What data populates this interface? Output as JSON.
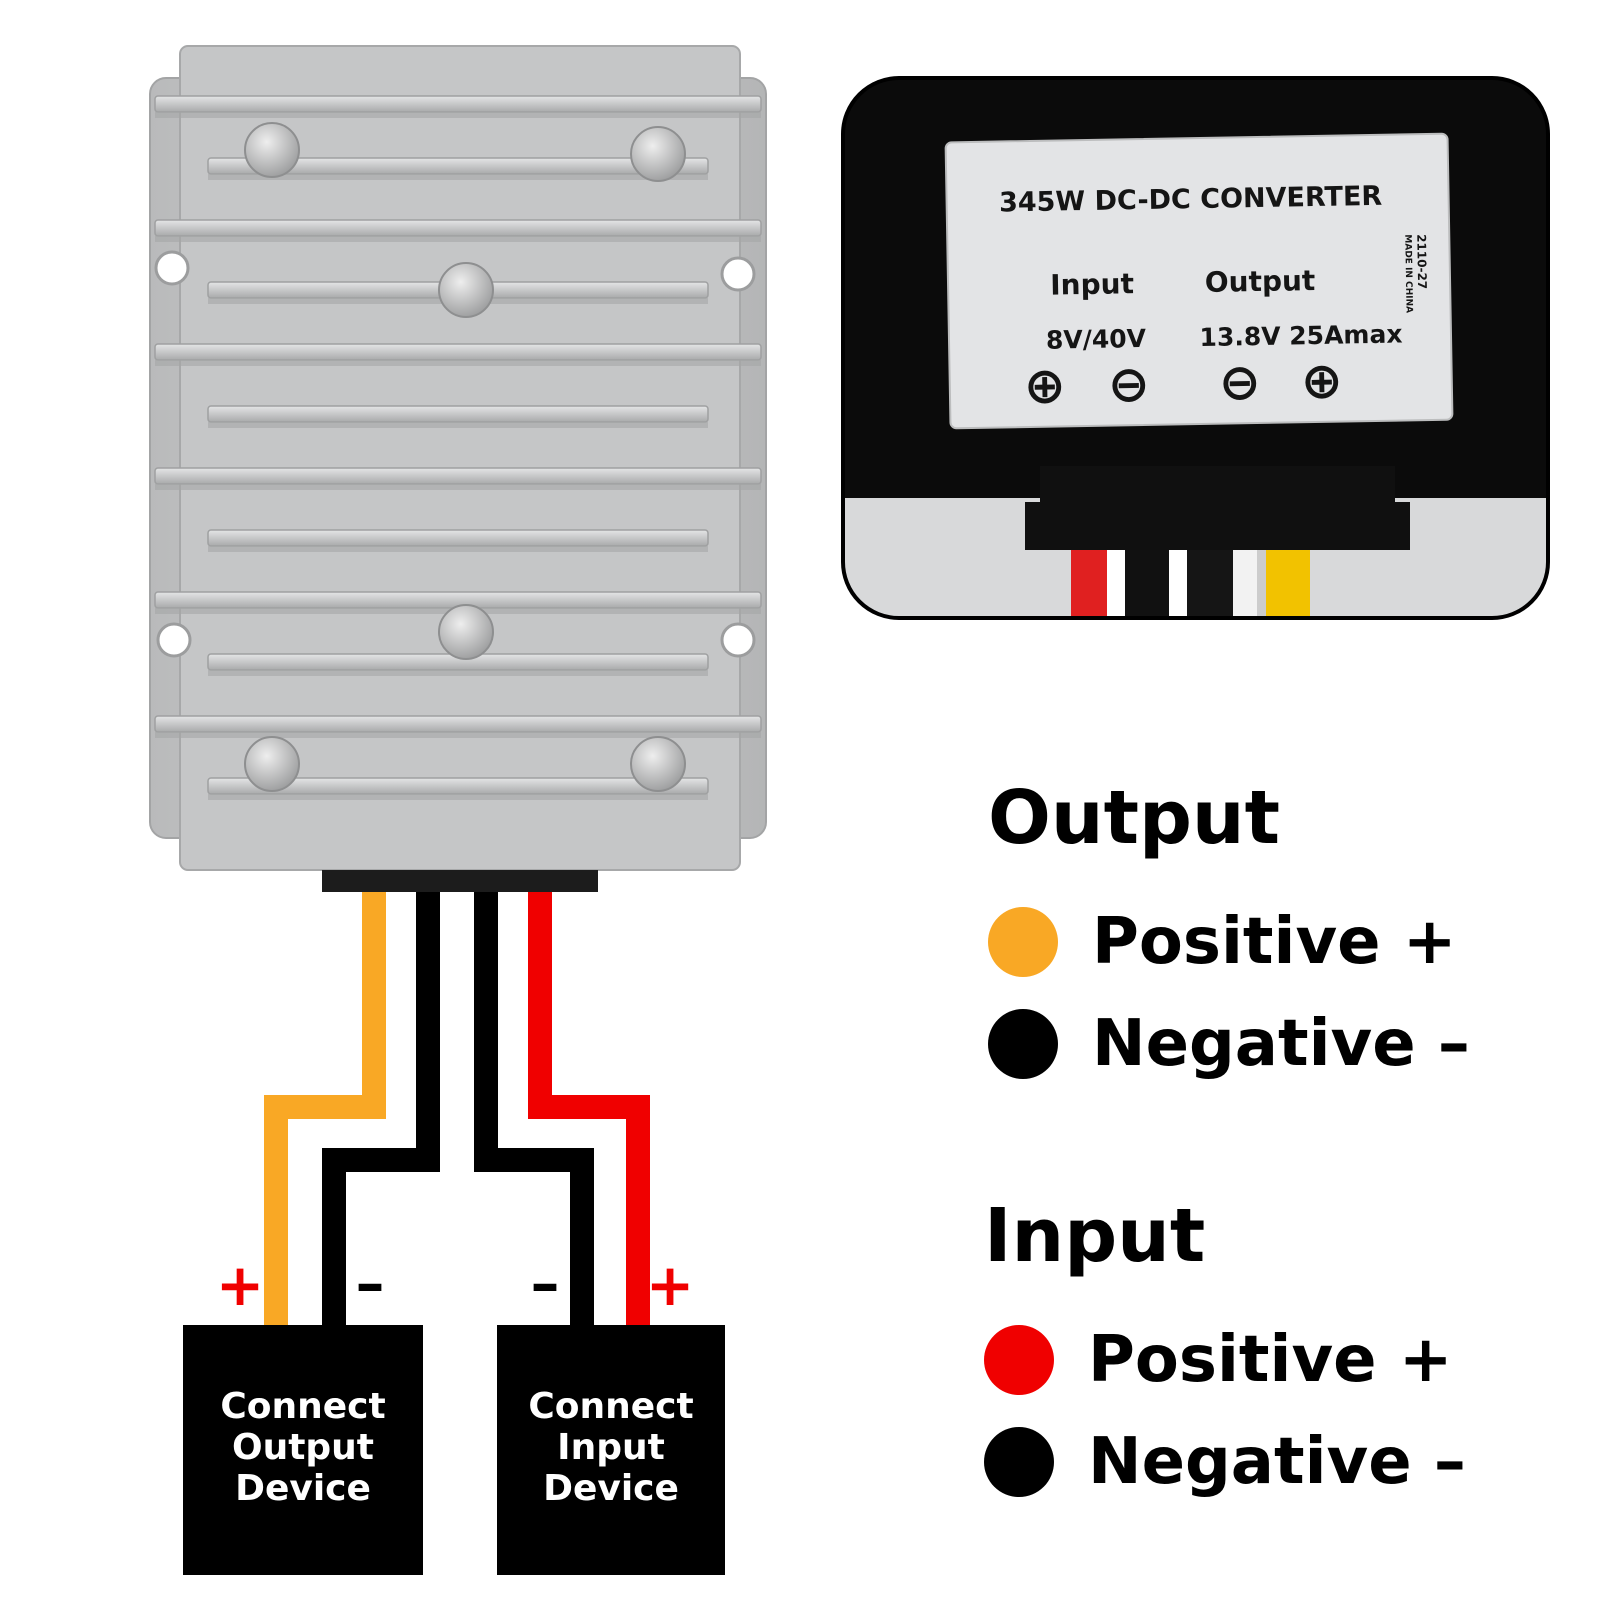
{
  "colors": {
    "output_positive": "#F9A825",
    "output_negative": "#000000",
    "input_positive": "#F00000",
    "input_negative": "#000000",
    "housing": "#C9CACB",
    "label_bg": "#E3E4E6"
  },
  "converter_label": {
    "title": "345W DC-DC CONVERTER",
    "input_heading": "Input",
    "output_heading": "Output",
    "input_spec": "8V/40V",
    "output_spec": "13.8V 25Amax",
    "side_code": "2110-27",
    "side_origin": "MADE IN CHINA",
    "terminal_symbols": [
      "⊕",
      "⊖",
      "⊖",
      "⊕"
    ]
  },
  "polarity_marks": {
    "output_plus": "+",
    "output_minus": "–",
    "input_minus": "–",
    "input_plus": "+"
  },
  "boxes": {
    "output_device": [
      "Connect",
      "Output",
      "Device"
    ],
    "input_device": [
      "Connect",
      "Input",
      "Device"
    ]
  },
  "legend": {
    "output": {
      "heading": "Output",
      "positive": "Positive +",
      "negative": "Negative –"
    },
    "input": {
      "heading": "Input",
      "positive": "Positive +",
      "negative": "Negative –"
    }
  }
}
